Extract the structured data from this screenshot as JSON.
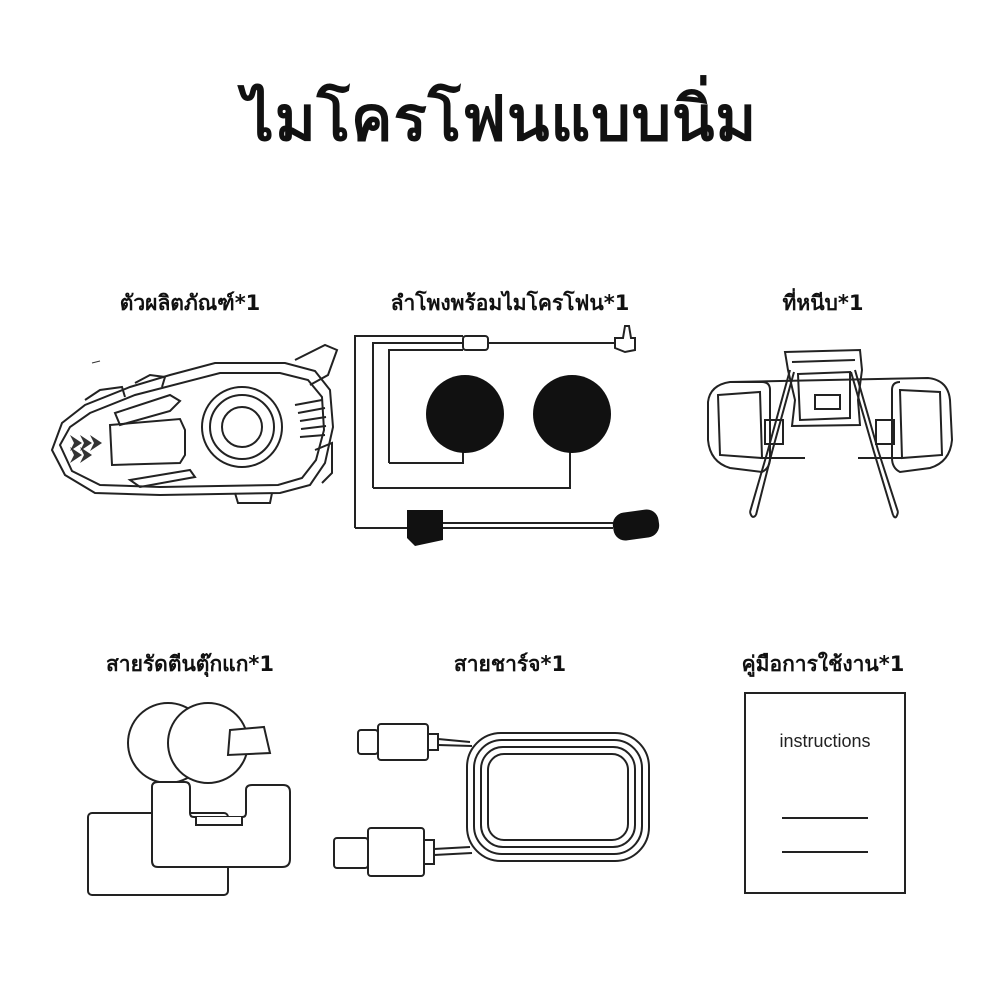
{
  "page": {
    "title": "ไมโครโฟนแบบนิ่ม"
  },
  "items": [
    {
      "label": "ตัวผลิตภัณฑ์*1",
      "icon": "intercom-device-icon"
    },
    {
      "label": "ลำโพงพร้อมไมโครโฟน*1",
      "icon": "speaker-microphone-icon"
    },
    {
      "label": "ที่หนีบ*1",
      "icon": "clip-mount-icon"
    },
    {
      "label": "สายรัดตีนตุ๊กแก*1",
      "icon": "velcro-strap-icon"
    },
    {
      "label": "สายชาร์จ*1",
      "icon": "charging-cable-icon"
    },
    {
      "label": "คู่มือการใช้งาน*1",
      "icon": "manual-icon",
      "manual_text": "instructions"
    }
  ],
  "colors": {
    "line": "#222222",
    "fill": "#111111",
    "background": "#ffffff"
  }
}
